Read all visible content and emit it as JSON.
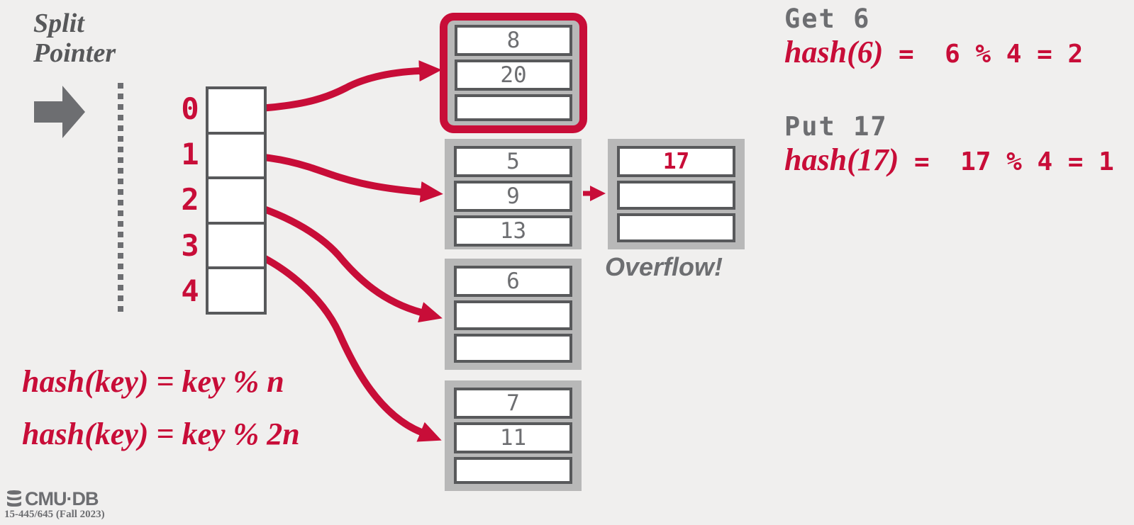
{
  "title": {
    "line1": "Split",
    "line2": "Pointer"
  },
  "directory": {
    "labels": [
      "0",
      "1",
      "2",
      "3",
      "4"
    ]
  },
  "buckets": {
    "b0": {
      "cells": [
        "8",
        "20",
        ""
      ]
    },
    "b1": {
      "cells": [
        "5",
        "9",
        "13"
      ]
    },
    "overflow": {
      "cells": [
        "17",
        "",
        ""
      ]
    },
    "b2": {
      "cells": [
        "6",
        "",
        ""
      ]
    },
    "b3": {
      "cells": [
        "7",
        "11",
        ""
      ]
    }
  },
  "overflow_label": "Overflow!",
  "annotations": {
    "get_op": "Get 6",
    "get_hash_fn": "hash(6)",
    "get_expr": " =  6 % 4 = 2",
    "put_op": "Put 17",
    "put_hash_fn": "hash(17)",
    "put_expr": " =  17 % 4 = 1"
  },
  "formulas": {
    "line1": "hash(key) = key % n",
    "line2": "hash(key) = key % 2n"
  },
  "footer": {
    "logo": "CMU·DB",
    "course": "15-445/645 (Fall 2023)"
  },
  "colors": {
    "accent": "#C80D38",
    "gray": "#6d6e71",
    "border": "#58595b",
    "bucket_bg": "#b8b8b8",
    "bg": "#f0efee"
  }
}
